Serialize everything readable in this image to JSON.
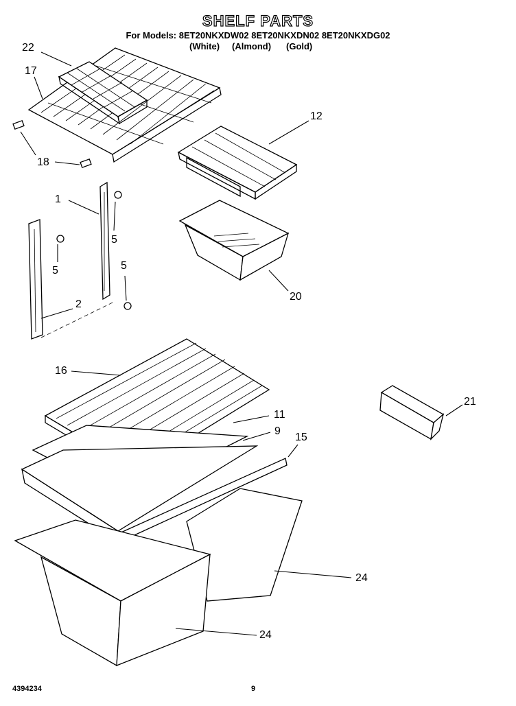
{
  "page": {
    "title": "SHELF PARTS",
    "models_line": "For Models: 8ET20NKXDW02 8ET20NKXDN02 8ET20NKXDG02",
    "colors": {
      "white": "(White)",
      "almond": "(Almond)",
      "gold": "(Gold)"
    },
    "doc_number": "4394234",
    "page_number": "9"
  },
  "callouts": {
    "c22": "22",
    "c17": "17",
    "c18": "18",
    "c12": "12",
    "c1": "1",
    "c5a": "5",
    "c5b": "5",
    "c5c": "5",
    "c2": "2",
    "c20": "20",
    "c16": "16",
    "c11": "11",
    "c9": "9",
    "c15": "15",
    "c21": "21",
    "c24a": "24",
    "c24b": "24"
  }
}
